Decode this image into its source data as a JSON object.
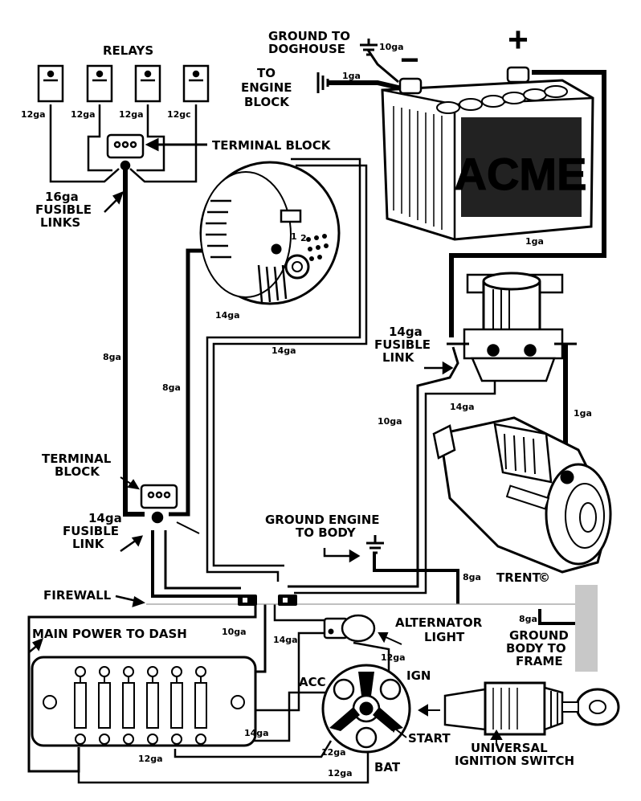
{
  "labels": {
    "ground_to": "GROUND TO",
    "doghouse": "DOGHOUSE",
    "to_engine": "TO",
    "engine": "ENGINE",
    "block": "BLOCK",
    "relays": "RELAYS",
    "terminal_block_top": "TERMINAL BLOCK",
    "fusible_16": "16ga",
    "fusible": "FUSIBLE",
    "links": "LINKS",
    "link": "LINK",
    "fusible_14_right": "14ga",
    "terminal": "TERMINAL",
    "block_lower": "BLOCK",
    "fusible_14_left": "14ga",
    "ground_engine": "GROUND ENGINE",
    "to_body": "TO BODY",
    "trent": "TRENT",
    "copyright": "©",
    "firewall": "FIREWALL",
    "main_power": "MAIN POWER TO DASH",
    "alternator": "ALTERNATOR",
    "light": "LIGHT",
    "ground_body_to": "GROUND",
    "body_to": "BODY TO",
    "frame": "FRAME",
    "acc": "ACC",
    "ign": "IGN",
    "start": "START",
    "bat": "BAT",
    "universal": "UNIVERSAL",
    "ignition_switch": "IGNITION SWITCH",
    "acme": "ACME",
    "plus": "+",
    "minus": "−"
  },
  "gauges": {
    "g10_ground": "10ga",
    "g1_engine": "1ga",
    "relay1": "12ga",
    "relay2": "12ga",
    "relay3": "12ga",
    "relay4": "12gc",
    "g1_battery": "1ga",
    "g14_alt_a": "14ga",
    "g14_alt_b": "14ga",
    "g8_left": "8ga",
    "g8_mid": "8ga",
    "g10_solenoid": "10ga",
    "g14_solenoid": "14ga",
    "g1_starter": "1ga",
    "g8_body": "8ga",
    "g10_dash": "10ga",
    "g14_light": "14ga",
    "g12_ign": "12ga",
    "g8_frame": "8ga",
    "g14_fuse": "14ga",
    "g12_a": "12ga",
    "g12_b": "12ga",
    "g12_bat": "12ga"
  },
  "alt_terminals": {
    "t1": "1",
    "t2": "2"
  }
}
